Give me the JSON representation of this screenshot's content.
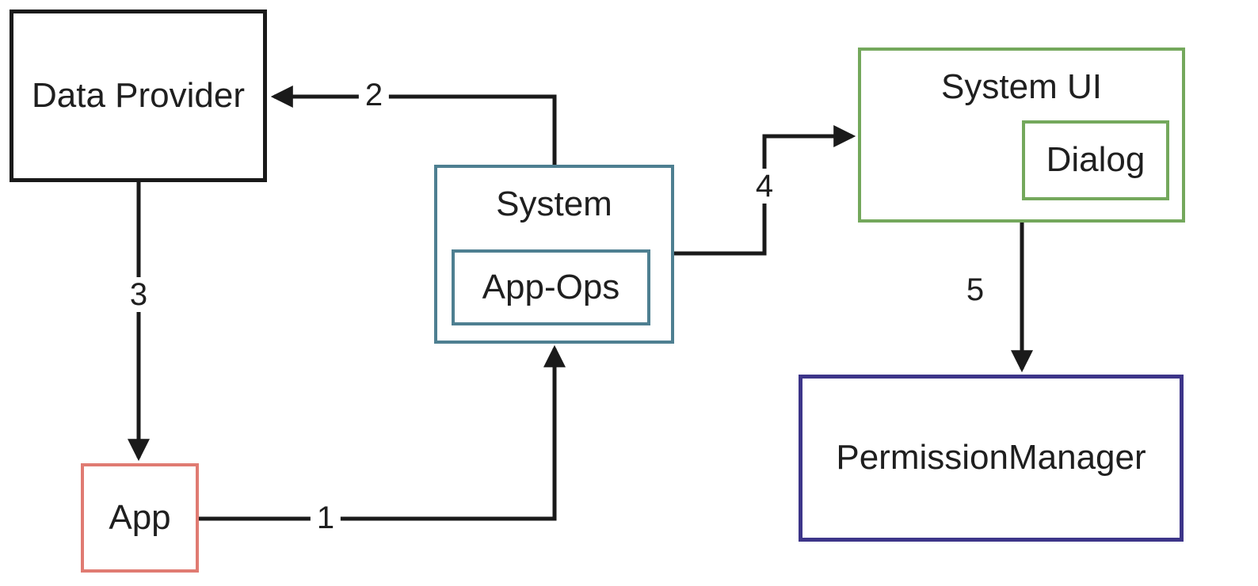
{
  "boxes": {
    "data_provider": {
      "label": "Data Provider"
    },
    "system": {
      "label": "System"
    },
    "app_ops": {
      "label": "App-Ops"
    },
    "system_ui": {
      "label": "System UI"
    },
    "dialog": {
      "label": "Dialog"
    },
    "app": {
      "label": "App"
    },
    "permission_manager": {
      "label": "PermissionManager"
    }
  },
  "arrows": [
    {
      "label": "1",
      "from": "app",
      "to": "system"
    },
    {
      "label": "2",
      "from": "system",
      "to": "data_provider"
    },
    {
      "label": "3",
      "from": "data_provider",
      "to": "app"
    },
    {
      "label": "4",
      "from": "system",
      "to": "system_ui"
    },
    {
      "label": "5",
      "from": "system_ui",
      "to": "permission_manager"
    }
  ],
  "colors": {
    "black_outline": "#1a1a1a",
    "system_teal": "#4e7f91",
    "system_ui_green": "#74a85c",
    "permission_indigo": "#3d3589",
    "app_red": "#e07b72",
    "arrow_black": "#1a1a1a",
    "text": "#1f1f1f",
    "background": "#ffffff"
  }
}
